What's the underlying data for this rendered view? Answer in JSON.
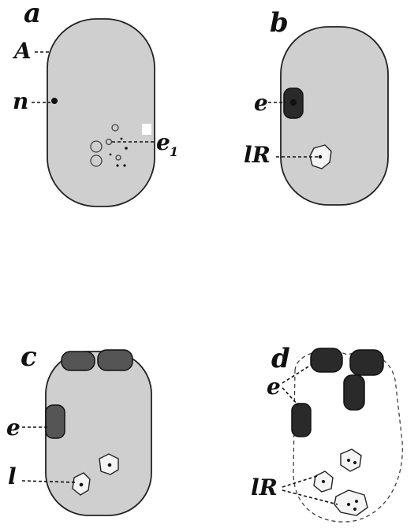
{
  "panels": {
    "a": {
      "letter": "a",
      "labels": {
        "A": "A",
        "n": "n",
        "e1_main": "e",
        "e1_sub": "1"
      }
    },
    "b": {
      "letter": "b",
      "labels": {
        "e": "e",
        "lR": "lR"
      }
    },
    "c": {
      "letter": "c",
      "labels": {
        "e": "e",
        "l": "l"
      }
    },
    "d": {
      "letter": "d",
      "labels": {
        "e": "e",
        "lR": "lR"
      }
    }
  },
  "colors": {
    "cytoplasm": "#cfcfcf",
    "nucleus_dark": "#2a2a2a",
    "outline": "#222222"
  }
}
